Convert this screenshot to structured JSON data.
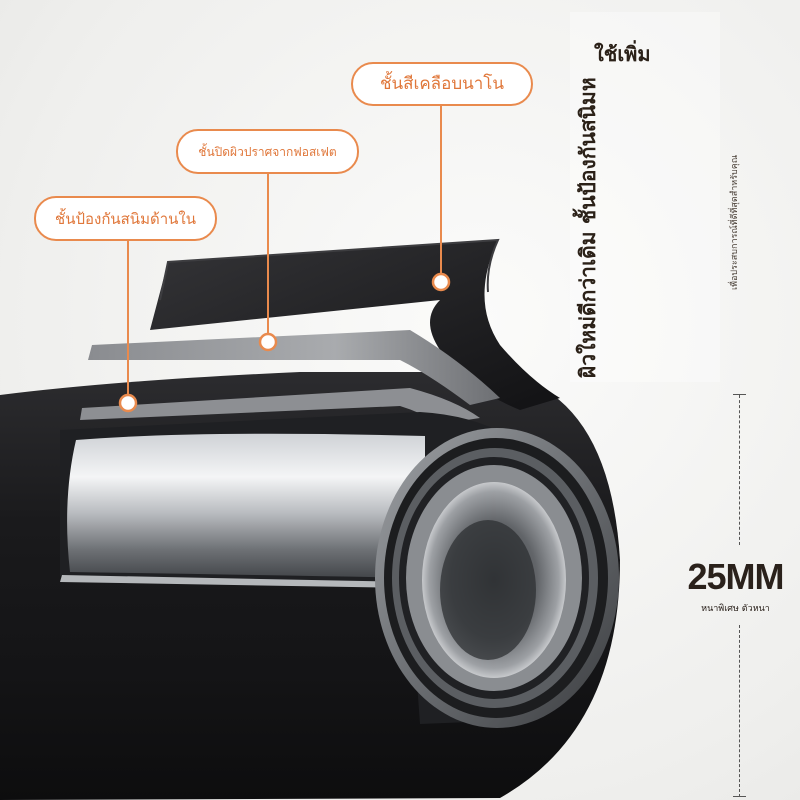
{
  "callouts": {
    "nano_coating": "ชั้นสีเคลือบนาโน",
    "phosphate_layer": "ชั้นปิดผิวปราศจากฟอสเฟต",
    "inner_rust_layer": "ชั้นป้องกันสนิมด้านใน"
  },
  "headline": {
    "vertical_title": "ผิวใหม่ดีกว่าเดิม ชั้นป้องกันสนิมหลายชั้น",
    "add_label": "ใช้เพิ่ม",
    "vertical_subtitle": "เพื่อประสบการณ์ที่ดีที่สุดสำหรับคุณ"
  },
  "dimension": {
    "value": "25MM",
    "caption": "หนาพิเศษ ตัวหนา"
  },
  "colors": {
    "accent": "#e98a4d",
    "text_dark": "#2b2118",
    "tube_black": "#1c1c1e"
  }
}
